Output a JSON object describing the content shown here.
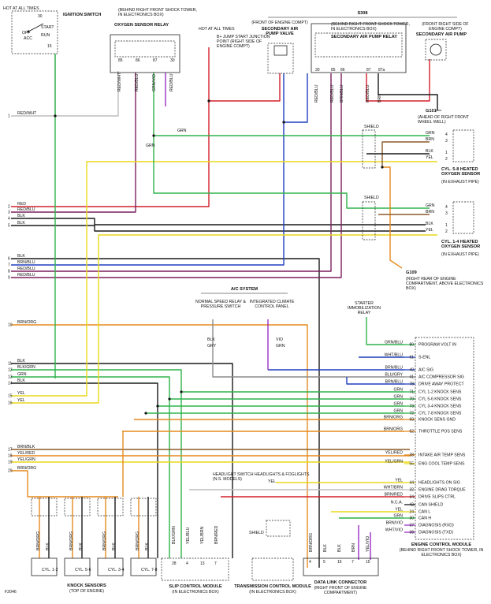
{
  "colors": {
    "GRN": "#2db34a",
    "BRN": "#8b5a2b",
    "ORG": "#e58a1f",
    "RED": "#d3202a",
    "BLU": "#1f3fbf",
    "BLK": "#1a1a1a",
    "WHT": "#bdbdbd",
    "YEL": "#e9d81c",
    "VIO": "#9b2fc4",
    "GRY": "#8c8c8c",
    "REDBLU": "#7a1f5c"
  },
  "labels": {
    "ignition_hot": "HOT AT ALL TIMES",
    "ignition_switch": "IGNITION SWITCH",
    "sw_off": "OFF",
    "sw_start": "START",
    "sw_acc": "ACC",
    "sw_run": "RUN",
    "o2_relay_loc": "(BEHIND RIGHT FRONT SHOCK TOWER, IN ELECTRONICS BOX)",
    "o2_relay": "OXYGEN SENSOR RELAY",
    "hot_all_times_2": "HOT AT ALL TIMES",
    "jumpstart": "B+ JUMP START JUNCTION POINT (RIGHT SIDE OF ENGINE COMPT)",
    "sair_valve_loc": "(FRONT OF ENGINE COMPT)",
    "sair_valve": "SECONDARY AIR PUMP VALVE",
    "sair_relay_loc": "(BEHIND RIGHT FRONT SHOCK TOWER, IN ELECTRONICS BOX)",
    "sair_relay": "SECONDARY AIR PUMP RELAY",
    "sair_pump_loc": "(FRONT RIGHT SIDE OF ENGINE COMPT)",
    "sair_pump": "SECONDARY AIR PUMP",
    "g101": "G101",
    "g101_loc": "(AHEAD OF RIGHT FRONT WHEEL WELL)",
    "shield": "SHIELD",
    "o2_58": "CYL. 5-8 HEATED OXYGEN SENSOR",
    "o2_14": "CYL. 1-4 HEATED OXYGEN SENSOR",
    "o2_pos": "(IN EXHAUST PIPE)",
    "g109": "G109",
    "g109_loc": "(RIGHT REAR OF ENGINE COMPARTMENT, ABOVE ELECTRONICS BOX)",
    "ac_system": "A/C SYSTEM",
    "ac_relay": "NORMAL SPEED RELAY & PRESSURE SWITCH",
    "ac_panel": "INTEGRATED CLIMATE CONTROL PANEL",
    "starter_relay": "STARTER IMMOBILIZATION RELAY",
    "headlight": "HEADLIGHT SWITCH HEADLIGHTS & FOGLIGHTS (N.S. MODELS)",
    "knock": "KNOCK SENSORS",
    "knock_loc": "(TOP OF ENGINE)",
    "slip": "SLIP CONTROL MODULE",
    "slip_loc": "(IN ELECTRONICS BOX)",
    "trans": "TRANSMISSION CONTROL MODULE",
    "trans_loc": "(IN ELECTRONICS BOX)",
    "dlc": "DATA LINK CONNECTOR",
    "dlc_loc": "(RIGHT FRONT OF ENGINE COMPARTMENT)",
    "ecm": "ENGINE CONTROL MODULE",
    "ecm_loc": "(BEHIND RIGHT FRONT SHOCK TOWER, IN ELECTRONICS BOX)",
    "s308": "S308",
    "fig_id": "F2046",
    "grn": "GRN",
    "yel": "YEL",
    "shield_small": "SHIELD"
  },
  "left_wires": [
    {
      "num": "1",
      "label": "RED/WHT"
    },
    {
      "num": "2",
      "label": "RED"
    },
    {
      "num": "3",
      "label": "RED/BLU"
    },
    {
      "num": "4",
      "label": "BLK"
    },
    {
      "num": "5",
      "label": "BLK"
    },
    {
      "num": "6",
      "label": "BLK"
    },
    {
      "num": "7",
      "label": "BRN/BLU"
    },
    {
      "num": "8",
      "label": "RED/BLU"
    },
    {
      "num": "9",
      "label": "RED/BLU"
    },
    {
      "num": "10",
      "label": "BRN/ORG"
    },
    {
      "num": "11",
      "label": "BLK"
    },
    {
      "num": "12",
      "label": "BLK/GRN"
    },
    {
      "num": "13",
      "label": "GRN"
    },
    {
      "num": "14",
      "label": "BLK"
    },
    {
      "num": "15",
      "label": "YEL"
    },
    {
      "num": "16",
      "label": "YEL"
    },
    {
      "num": "17",
      "label": "BRN/BLK"
    },
    {
      "num": "18",
      "label": "YEL/RED"
    },
    {
      "num": "19",
      "label": "YEL/GRN"
    },
    {
      "num": "20",
      "label": "BRN/ORG"
    }
  ],
  "ecm_pins": [
    {
      "pin": "80",
      "wire": "GRN/BLU",
      "fn": "PROGRAM VOLT IN"
    },
    {
      "pin": "61",
      "wire": "WHT/BLU",
      "fn": "S-ENL"
    },
    {
      "pin": "40",
      "wire": "BRN/BLU",
      "fn": "A/C SIG"
    },
    {
      "pin": "41",
      "wire": "BLU/GRY",
      "fn": "A/C COMPRESSOR SIG"
    },
    {
      "pin": "78",
      "wire": "BRN/BLU",
      "fn": "DRIVE AWAY PROTECT"
    },
    {
      "pin": "71",
      "wire": "GRN",
      "fn": "CYL 1-2 KNOCK SENS"
    },
    {
      "pin": "70",
      "wire": "GRN",
      "fn": "CYL 5-6 KNOCK SENS"
    },
    {
      "pin": "73",
      "wire": "GRN",
      "fn": "CYL 3-4 KNOCK SENS"
    },
    {
      "pin": "72",
      "wire": "GRN",
      "fn": "CYL 7-8 KNOCK SENS"
    },
    {
      "pin": "69",
      "wire": "BRN/ORG",
      "fn": "KNOCK SENS GND"
    },
    {
      "pin": "52",
      "wire": "BRN/ORG",
      "fn": "THROTTLE POS SENS"
    },
    {
      "pin": "38",
      "wire": "YEL/RED",
      "fn": "INTAKE AIR TEMP SENS"
    },
    {
      "pin": "55",
      "wire": "YEL/GRN",
      "fn": "ENG COOL TEMP SENS"
    },
    {
      "pin": "44",
      "wire": "YEL",
      "fn": "HEADLIGHTS ON SIG"
    },
    {
      "pin": "32",
      "wire": "WHT/BRN",
      "fn": "ENGINE DRAG TORQUE"
    },
    {
      "pin": "34",
      "wire": "BRN/RED",
      "fn": "DRIVE SLIPS CTRL"
    },
    {
      "pin": "42",
      "wire": "N.C.A.",
      "fn": "CAN SHIELD"
    },
    {
      "pin": "24",
      "wire": "YEL",
      "fn": "CAN L"
    },
    {
      "pin": "30",
      "wire": "GRN",
      "fn": "CAN H"
    },
    {
      "pin": "37",
      "wire": "BRN/VIO",
      "fn": "DIAGNOSIS (RXD)"
    },
    {
      "pin": "38",
      "wire": "WHT/VIO",
      "fn": "DIAGNOSIS (TXD)"
    }
  ],
  "o2_58_pins": [
    {
      "pin": "4",
      "wire": "GRN"
    },
    {
      "pin": "3",
      "wire": "BRN"
    },
    {
      "pin": "1",
      "wire": "BLK"
    },
    {
      "pin": "2",
      "wire": "YEL"
    }
  ],
  "o2_14_pins": [
    {
      "pin": "4",
      "wire": "GRN"
    },
    {
      "pin": "3",
      "wire": "BRN"
    },
    {
      "pin": "1",
      "wire": "BLK"
    },
    {
      "pin": "2",
      "wire": "YEL"
    }
  ],
  "knock_sensors": [
    {
      "name": "CYL. 1-2",
      "w1": "BRN/ORG",
      "w2": "BLK"
    },
    {
      "name": "CYL. 5-6",
      "w1": "BRN/ORG",
      "w2": "BLK"
    },
    {
      "name": "CYL. 3-4",
      "w1": "BRN/ORG",
      "w2": "BLK"
    },
    {
      "name": "CYL. 7-8",
      "w1": "BRN/ORG",
      "w2": "BLK"
    }
  ],
  "connectors": {
    "o2relay_pins": [
      "85",
      "86",
      "87",
      "30"
    ],
    "o2relay_wires": [
      "RED/WHT",
      "RED/BLU",
      "GRN/VIO",
      "RED/BLU"
    ],
    "sair_relay_pins": [
      "30",
      "85",
      "86",
      "87",
      "87a"
    ],
    "sair_relay_wires": [
      "RED/BLU",
      "RED/BLU",
      "BRN/BLU",
      "RED/BLU",
      "BRN"
    ],
    "ign_pins": [
      "30",
      "15"
    ],
    "slip_pins": [
      "28",
      "4",
      "13",
      "7"
    ],
    "slip_wires": [
      "BLK/GRN",
      "YEL/BLU",
      "YEL/BRN",
      "BRN/RED"
    ],
    "ac_wires": [
      "BLK",
      "GRY",
      "VIO",
      "GRN"
    ],
    "dlc_pins": [
      "4",
      "5",
      "16",
      "7",
      "15"
    ],
    "dlc_wires": [
      "BRN/ORG",
      "BLK",
      "BLK",
      "BRN",
      "YEL/VIO"
    ]
  }
}
